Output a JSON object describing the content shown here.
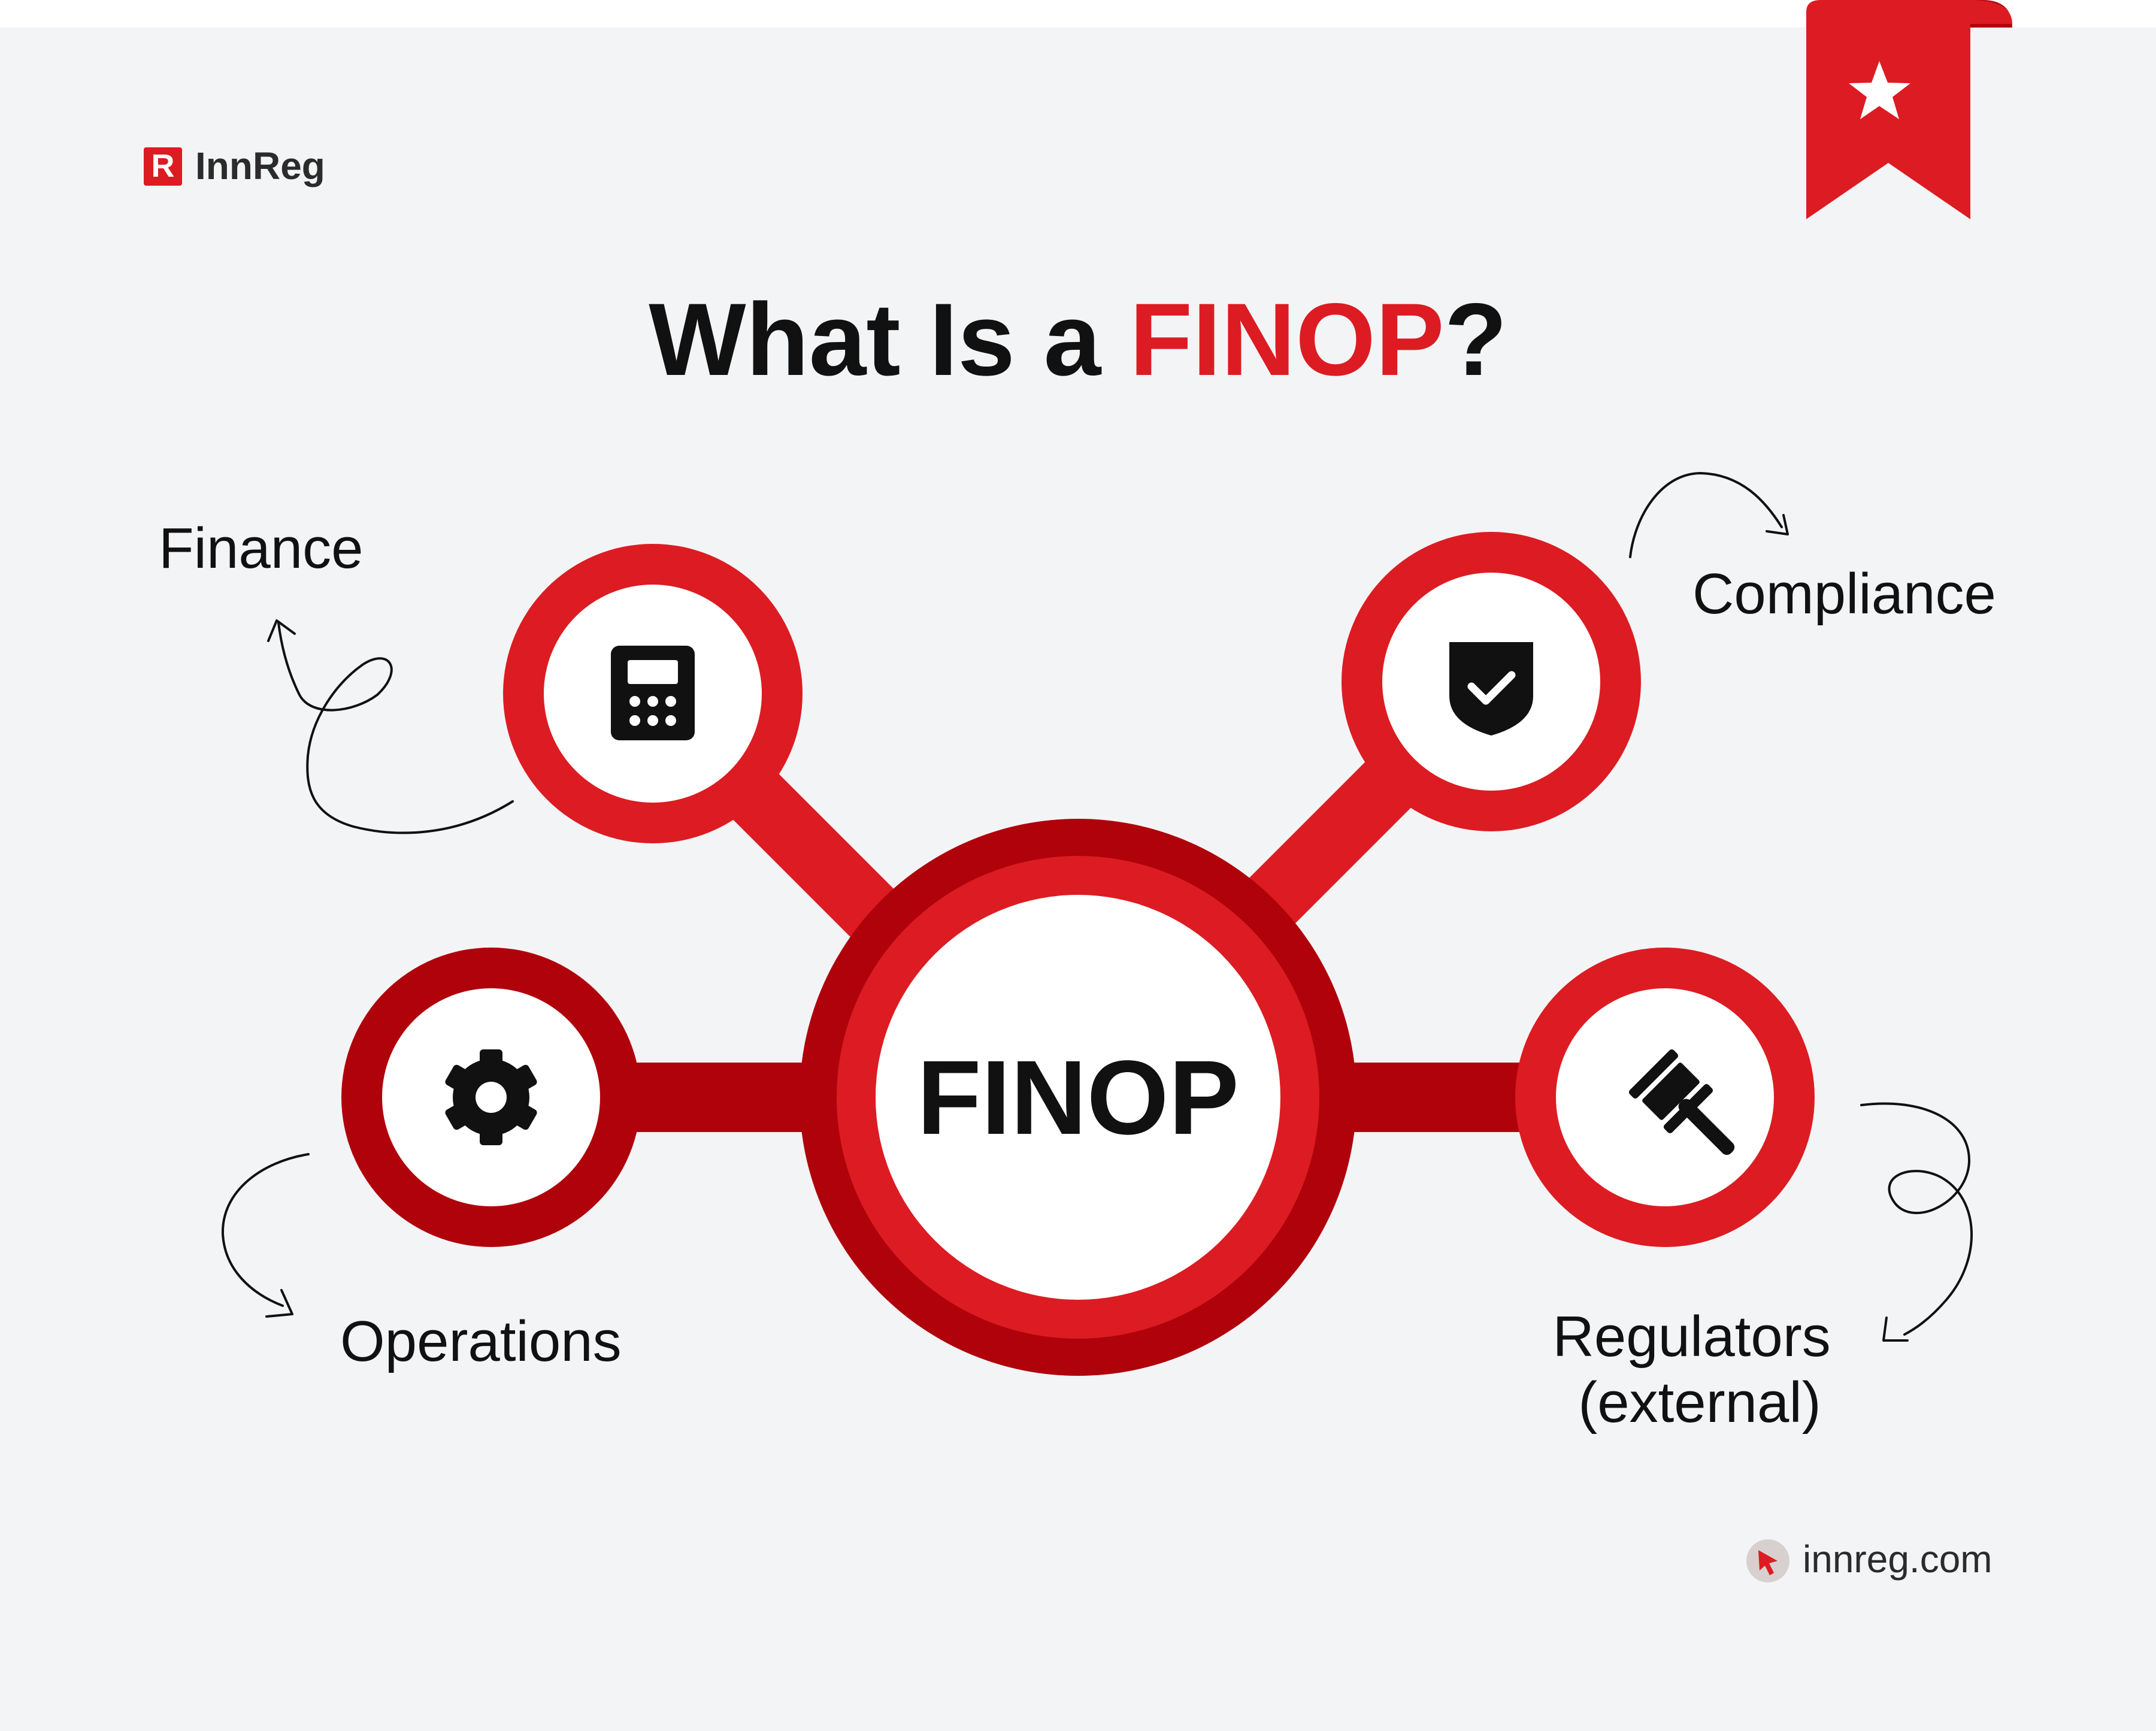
{
  "brand": {
    "logo_letter": "R",
    "name": "InnReg",
    "website": "innreg.com"
  },
  "title": {
    "prefix": "What Is a ",
    "highlight": "FINOP",
    "suffix": "?"
  },
  "center": {
    "label": "FINOP"
  },
  "nodes": [
    {
      "id": "finance",
      "label": "Finance",
      "icon": "calculator-icon"
    },
    {
      "id": "compliance",
      "label": "Compliance",
      "icon": "shield-check-icon"
    },
    {
      "id": "operations",
      "label": "Operations",
      "icon": "gear-icon"
    },
    {
      "id": "regulators",
      "label_line1": "Regulators",
      "label_line2": "(external)",
      "icon": "gavel-icon"
    }
  ],
  "bookmark": {
    "icon": "star-icon"
  },
  "colors": {
    "background": "#f3f4f6",
    "accent_red": "#dc1c22",
    "dark_red": "#b0020b",
    "text": "#111111",
    "title_highlight": "#dc1c22"
  }
}
